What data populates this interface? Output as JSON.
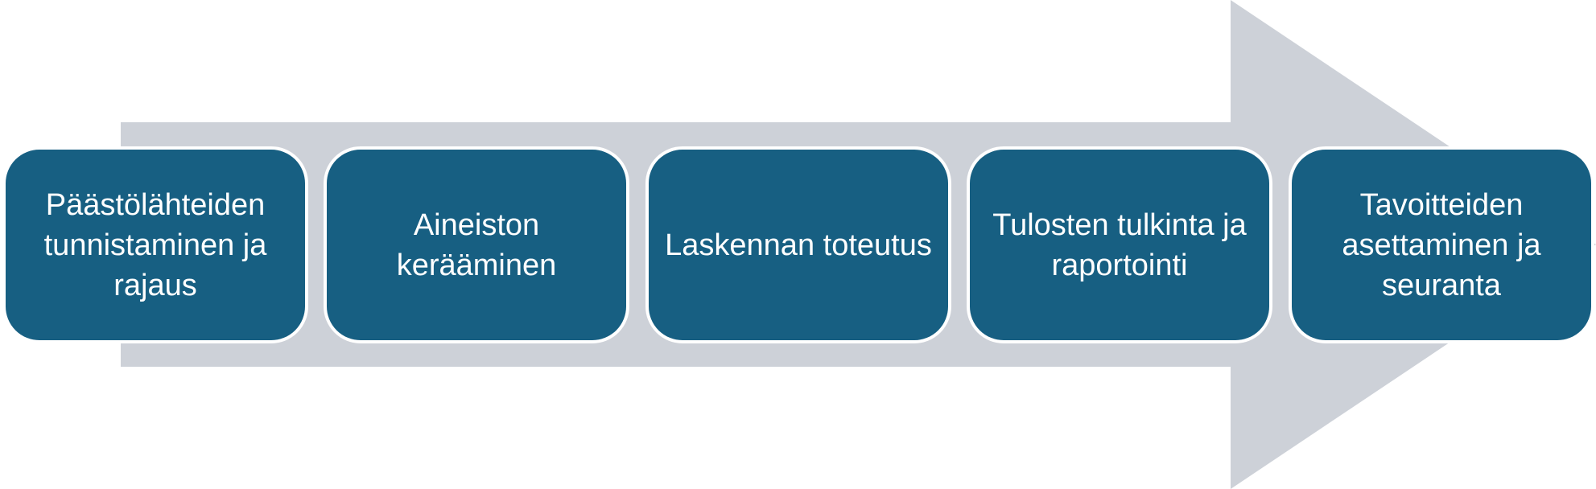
{
  "colors": {
    "arrow": "#cdd1d8",
    "box_fill": "#175f82",
    "box_border": "#ffffff",
    "text": "#ffffff"
  },
  "steps": [
    {
      "label": "Päästölähteiden tunnistaminen ja rajaus"
    },
    {
      "label": "Aineiston kerääminen"
    },
    {
      "label": "Laskennan toteutus"
    },
    {
      "label": "Tulosten tulkinta ja raportointi"
    },
    {
      "label": "Tavoitteiden asettaminen ja seuranta"
    }
  ]
}
